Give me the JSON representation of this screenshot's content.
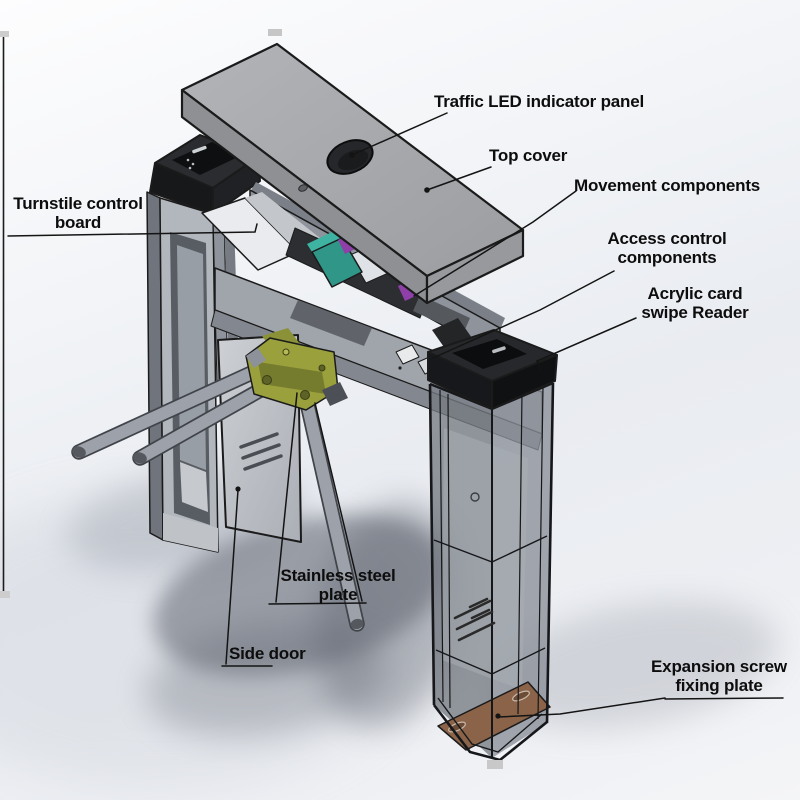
{
  "callouts": [
    {
      "id": "traffic-led",
      "line1": "Traffic LED indicator panel"
    },
    {
      "id": "top-cover",
      "line1": "Top cover"
    },
    {
      "id": "movement",
      "line1": "Movement components"
    },
    {
      "id": "access-control",
      "line1": "Access control",
      "line2": "components"
    },
    {
      "id": "acrylic-reader",
      "line1": "Acrylic card",
      "line2": "swipe Reader"
    },
    {
      "id": "turnstile-board",
      "line1": "Turnstile control",
      "line2": "board"
    },
    {
      "id": "stainless-plate",
      "line1": "Stainless steel",
      "line2": "plate"
    },
    {
      "id": "side-door",
      "line1": "Side door"
    },
    {
      "id": "expansion-plate",
      "line1": "Expansion screw",
      "line2": "fixing plate"
    }
  ],
  "palette": {
    "outline": "#1b1b1b",
    "leader": "#141414",
    "label_text": "#0d0d0d",
    "cover_top": "#a8aaae",
    "cover_side": "#8e9094",
    "cover_side2": "#97999d",
    "led_hole": "#26272a",
    "cap_black": "#202225",
    "pillar_face": "#b2b6bd",
    "pillar_edge": "#70757d",
    "door_gray": "#c2c5ca",
    "glass_left": "#767b83",
    "glass_right": "#8b9098",
    "glass_inner": "#aaafb6",
    "board_white": "#e9ebee",
    "teal": "#2f9688",
    "purple": "#8e3fa8",
    "olive": "#99a03c",
    "olive_dark": "#767c2d",
    "arm": "#9da2aa",
    "arm_edge": "#41444a",
    "plate_brown": "#8a6348",
    "shadow": "#5a5f6a"
  }
}
